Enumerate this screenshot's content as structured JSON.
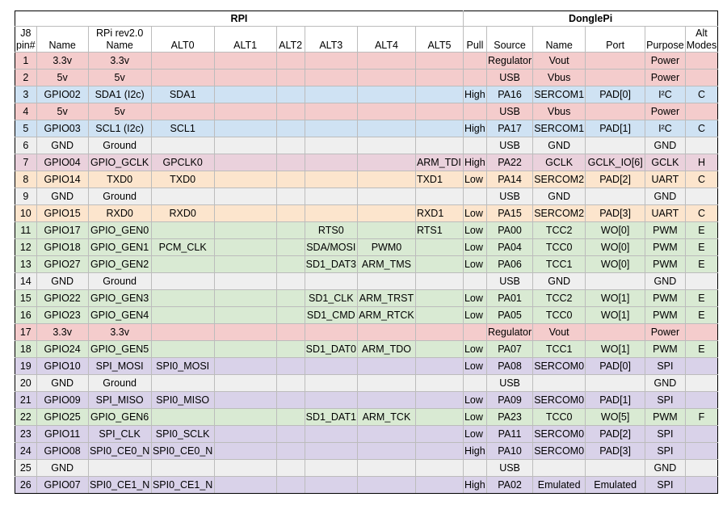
{
  "groups": {
    "rpi": "RPI",
    "donglepi": "DonglePi"
  },
  "headers": {
    "pin": [
      "J8",
      "pin#"
    ],
    "name": "Name",
    "rev": [
      "RPi rev2.0",
      "Name"
    ],
    "alt0": "ALT0",
    "alt1": "ALT1",
    "alt2": "ALT2",
    "alt3": "ALT3",
    "alt4": "ALT4",
    "alt5": "ALT5",
    "pull": "Pull",
    "source": "Source",
    "dname": "Name",
    "port": "Port",
    "purpose": "Purpose",
    "altmodes": [
      "Alt",
      "Modes"
    ]
  },
  "colors": {
    "Power": "#f4cccc",
    "I2C": "#cfe2f3",
    "GND": "#efefef",
    "GCLK": "#ead1dc",
    "UART": "#fce5cd",
    "PWM": "#d9ead3",
    "SPI": "#d9d2e9"
  },
  "rows": [
    {
      "pin": "1",
      "name": "3.3v",
      "rev": "3.3v",
      "alt0": "",
      "alt1": "",
      "alt2": "",
      "alt3": "",
      "alt4": "",
      "alt5": "",
      "pull": "",
      "source": "Regulator",
      "dname": "Vout",
      "port": "",
      "purpose": "Power",
      "altmodes": "",
      "kind": "power"
    },
    {
      "pin": "2",
      "name": "5v",
      "rev": "5v",
      "alt0": "",
      "alt1": "",
      "alt2": "",
      "alt3": "",
      "alt4": "",
      "alt5": "",
      "pull": "",
      "source": "USB",
      "dname": "Vbus",
      "port": "",
      "purpose": "Power",
      "altmodes": "",
      "kind": "power"
    },
    {
      "pin": "3",
      "name": "GPIO02",
      "rev": "SDA1 (I2c)",
      "alt0": "SDA1",
      "alt1": "",
      "alt2": "",
      "alt3": "",
      "alt4": "",
      "alt5": "",
      "pull": "High",
      "source": "PA16",
      "dname": "SERCOM1",
      "port": "PAD[0]",
      "purpose": "I²C",
      "altmodes": "C",
      "kind": "i2c"
    },
    {
      "pin": "4",
      "name": "5v",
      "rev": "5v",
      "alt0": "",
      "alt1": "",
      "alt2": "",
      "alt3": "",
      "alt4": "",
      "alt5": "",
      "pull": "",
      "source": "USB",
      "dname": "Vbus",
      "port": "",
      "purpose": "Power",
      "altmodes": "",
      "kind": "power"
    },
    {
      "pin": "5",
      "name": "GPIO03",
      "rev": "SCL1 (I2c)",
      "alt0": "SCL1",
      "alt1": "",
      "alt2": "",
      "alt3": "",
      "alt4": "",
      "alt5": "",
      "pull": "High",
      "source": "PA17",
      "dname": "SERCOM1",
      "port": "PAD[1]",
      "purpose": "I²C",
      "altmodes": "C",
      "kind": "i2c"
    },
    {
      "pin": "6",
      "name": "GND",
      "rev": "Ground",
      "alt0": "",
      "alt1": "",
      "alt2": "",
      "alt3": "",
      "alt4": "",
      "alt5": "",
      "pull": "",
      "source": "USB",
      "dname": "GND",
      "port": "",
      "purpose": "GND",
      "altmodes": "",
      "kind": "gnd"
    },
    {
      "pin": "7",
      "name": "GPIO04",
      "rev": "GPIO_GCLK",
      "alt0": "GPCLK0",
      "alt1": "",
      "alt2": "",
      "alt3": "",
      "alt4": "",
      "alt5": "ARM_TDI",
      "pull": "High",
      "source": "PA22",
      "dname": "GCLK",
      "port": "GCLK_IO[6]",
      "purpose": "GCLK",
      "altmodes": "H",
      "kind": "gclk"
    },
    {
      "pin": "8",
      "name": "GPIO14",
      "rev": "TXD0",
      "alt0": "TXD0",
      "alt1": "",
      "alt2": "",
      "alt3": "",
      "alt4": "",
      "alt5": "TXD1",
      "pull": "Low",
      "source": "PA14",
      "dname": "SERCOM2",
      "port": "PAD[2]",
      "purpose": "UART",
      "altmodes": "C",
      "kind": "uart"
    },
    {
      "pin": "9",
      "name": "GND",
      "rev": "Ground",
      "alt0": "",
      "alt1": "",
      "alt2": "",
      "alt3": "",
      "alt4": "",
      "alt5": "",
      "pull": "",
      "source": "USB",
      "dname": "GND",
      "port": "",
      "purpose": "GND",
      "altmodes": "",
      "kind": "gnd"
    },
    {
      "pin": "10",
      "name": "GPIO15",
      "rev": "RXD0",
      "alt0": "RXD0",
      "alt1": "",
      "alt2": "",
      "alt3": "",
      "alt4": "",
      "alt5": "RXD1",
      "pull": "Low",
      "source": "PA15",
      "dname": "SERCOM2",
      "port": "PAD[3]",
      "purpose": "UART",
      "altmodes": "C",
      "kind": "uart"
    },
    {
      "pin": "11",
      "name": "GPIO17",
      "rev": "GPIO_GEN0",
      "alt0": "",
      "alt1": "",
      "alt2": "",
      "alt3": "RTS0",
      "alt4": "",
      "alt5": "RTS1",
      "pull": "Low",
      "source": "PA00",
      "dname": "TCC2",
      "port": "WO[0]",
      "purpose": "PWM",
      "altmodes": "E",
      "kind": "pwm"
    },
    {
      "pin": "12",
      "name": "GPIO18",
      "rev": "GPIO_GEN1",
      "alt0": "PCM_CLK",
      "alt1": "",
      "alt2": "",
      "alt3": "SDA/MOSI",
      "alt4": "PWM0",
      "alt5": "",
      "pull": "Low",
      "source": "PA04",
      "dname": "TCC0",
      "port": "WO[0]",
      "purpose": "PWM",
      "altmodes": "E",
      "kind": "pwm"
    },
    {
      "pin": "13",
      "name": "GPIO27",
      "rev": "GPIO_GEN2",
      "alt0": "",
      "alt1": "",
      "alt2": "",
      "alt3": "SD1_DAT3",
      "alt4": "ARM_TMS",
      "alt5": "",
      "pull": "Low",
      "source": "PA06",
      "dname": "TCC1",
      "port": "WO[0]",
      "purpose": "PWM",
      "altmodes": "E",
      "kind": "pwm"
    },
    {
      "pin": "14",
      "name": "GND",
      "rev": "Ground",
      "alt0": "",
      "alt1": "",
      "alt2": "",
      "alt3": "",
      "alt4": "",
      "alt5": "",
      "pull": "",
      "source": "USB",
      "dname": "GND",
      "port": "",
      "purpose": "GND",
      "altmodes": "",
      "kind": "gnd"
    },
    {
      "pin": "15",
      "name": "GPIO22",
      "rev": "GPIO_GEN3",
      "alt0": "",
      "alt1": "",
      "alt2": "",
      "alt3": "SD1_CLK",
      "alt4": "ARM_TRST",
      "alt5": "",
      "pull": "Low",
      "source": "PA01",
      "dname": "TCC2",
      "port": "WO[1]",
      "purpose": "PWM",
      "altmodes": "E",
      "kind": "pwm"
    },
    {
      "pin": "16",
      "name": "GPIO23",
      "rev": "GPIO_GEN4",
      "alt0": "",
      "alt1": "",
      "alt2": "",
      "alt3": "SD1_CMD",
      "alt4": "ARM_RTCK",
      "alt5": "",
      "pull": "Low",
      "source": "PA05",
      "dname": "TCC0",
      "port": "WO[1]",
      "purpose": "PWM",
      "altmodes": "E",
      "kind": "pwm"
    },
    {
      "pin": "17",
      "name": "3.3v",
      "rev": "3.3v",
      "alt0": "",
      "alt1": "",
      "alt2": "",
      "alt3": "",
      "alt4": "",
      "alt5": "",
      "pull": "",
      "source": "Regulator",
      "dname": "Vout",
      "port": "",
      "purpose": "Power",
      "altmodes": "",
      "kind": "power"
    },
    {
      "pin": "18",
      "name": "GPIO24",
      "rev": "GPIO_GEN5",
      "alt0": "",
      "alt1": "",
      "alt2": "",
      "alt3": "SD1_DAT0",
      "alt4": "ARM_TDO",
      "alt5": "",
      "pull": "Low",
      "source": "PA07",
      "dname": "TCC1",
      "port": "WO[1]",
      "purpose": "PWM",
      "altmodes": "E",
      "kind": "pwm"
    },
    {
      "pin": "19",
      "name": "GPIO10",
      "rev": "SPI_MOSI",
      "alt0": "SPI0_MOSI",
      "alt1": "",
      "alt2": "",
      "alt3": "",
      "alt4": "",
      "alt5": "",
      "pull": "Low",
      "source": "PA08",
      "dname": "SERCOM0",
      "port": "PAD[0]",
      "purpose": "SPI",
      "altmodes": "",
      "kind": "spi"
    },
    {
      "pin": "20",
      "name": "GND",
      "rev": "Ground",
      "alt0": "",
      "alt1": "",
      "alt2": "",
      "alt3": "",
      "alt4": "",
      "alt5": "",
      "pull": "",
      "source": "USB",
      "dname": "",
      "port": "",
      "purpose": "GND",
      "altmodes": "",
      "kind": "gnd"
    },
    {
      "pin": "21",
      "name": "GPIO09",
      "rev": "SPI_MISO",
      "alt0": "SPI0_MISO",
      "alt1": "",
      "alt2": "",
      "alt3": "",
      "alt4": "",
      "alt5": "",
      "pull": "Low",
      "source": "PA09",
      "dname": "SERCOM0",
      "port": "PAD[1]",
      "purpose": "SPI",
      "altmodes": "",
      "kind": "spi"
    },
    {
      "pin": "22",
      "name": "GPIO25",
      "rev": "GPIO_GEN6",
      "alt0": "",
      "alt1": "",
      "alt2": "",
      "alt3": "SD1_DAT1",
      "alt4": "ARM_TCK",
      "alt5": "",
      "pull": "Low",
      "source": "PA23",
      "dname": "TCC0",
      "port": "WO[5]",
      "purpose": "PWM",
      "altmodes": "F",
      "kind": "pwm"
    },
    {
      "pin": "23",
      "name": "GPIO11",
      "rev": "SPI_CLK",
      "alt0": "SPI0_SCLK",
      "alt1": "",
      "alt2": "",
      "alt3": "",
      "alt4": "",
      "alt5": "",
      "pull": "Low",
      "source": "PA11",
      "dname": "SERCOM0",
      "port": "PAD[2]",
      "purpose": "SPI",
      "altmodes": "",
      "kind": "spi"
    },
    {
      "pin": "24",
      "name": "GPIO08",
      "rev": "SPI0_CE0_N",
      "alt0": "SPI0_CE0_N",
      "alt1": "",
      "alt2": "",
      "alt3": "",
      "alt4": "",
      "alt5": "",
      "pull": "High",
      "source": "PA10",
      "dname": "SERCOM0",
      "port": "PAD[3]",
      "purpose": "SPI",
      "altmodes": "",
      "kind": "spi"
    },
    {
      "pin": "25",
      "name": "GND",
      "rev": "",
      "alt0": "",
      "alt1": "",
      "alt2": "",
      "alt3": "",
      "alt4": "",
      "alt5": "",
      "pull": "",
      "source": "USB",
      "dname": "",
      "port": "",
      "purpose": "GND",
      "altmodes": "",
      "kind": "gnd"
    },
    {
      "pin": "26",
      "name": "GPIO07",
      "rev": "SPI0_CE1_N",
      "alt0": "SPI0_CE1_N",
      "alt1": "",
      "alt2": "",
      "alt3": "",
      "alt4": "",
      "alt5": "",
      "pull": "High",
      "source": "PA02",
      "dname": "Emulated",
      "port": "Emulated",
      "purpose": "SPI",
      "altmodes": "",
      "kind": "spi"
    }
  ]
}
